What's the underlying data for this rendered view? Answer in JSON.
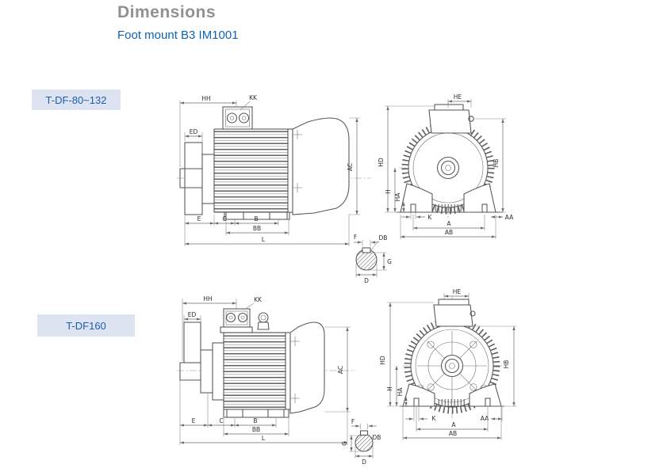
{
  "page": {
    "title": "Dimensions",
    "subtitle": "Foot mount B3 IM1001"
  },
  "models": [
    {
      "label": "T-DF-80~132"
    },
    {
      "label": "T-DF160"
    }
  ],
  "dims": {
    "hh": "HH",
    "kk": "KK",
    "ed": "ED",
    "ac": "AC",
    "e": "E",
    "c": "C",
    "b": "B",
    "bb": "BB",
    "l": "L",
    "he": "HE",
    "hd": "HD",
    "hb": "HB",
    "h": "H",
    "ha": "HA",
    "k": "K",
    "aa": "AA",
    "a": "A",
    "ab": "AB",
    "f": "F",
    "db": "DB",
    "g": "G",
    "d": "D"
  },
  "colors": {
    "title_gray": "#8f9194",
    "accent_blue": "#0f62b4",
    "chip_bg": "#dde3f1",
    "chip_text": "#1a5fae",
    "line": "#545454"
  }
}
